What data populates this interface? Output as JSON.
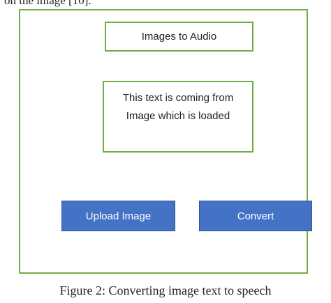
{
  "cutoff_text": "on the image [10].",
  "diagram": {
    "title": "Images to Audio",
    "text_area": {
      "line1": "This text is coming from",
      "line2": "Image which is loaded"
    },
    "buttons": {
      "upload_label": "Upload Image",
      "convert_label": "Convert"
    }
  },
  "caption": "Figure 2: Converting image text to speech",
  "colors": {
    "box_border": "#70ad47",
    "button_fill": "#4472c4"
  }
}
